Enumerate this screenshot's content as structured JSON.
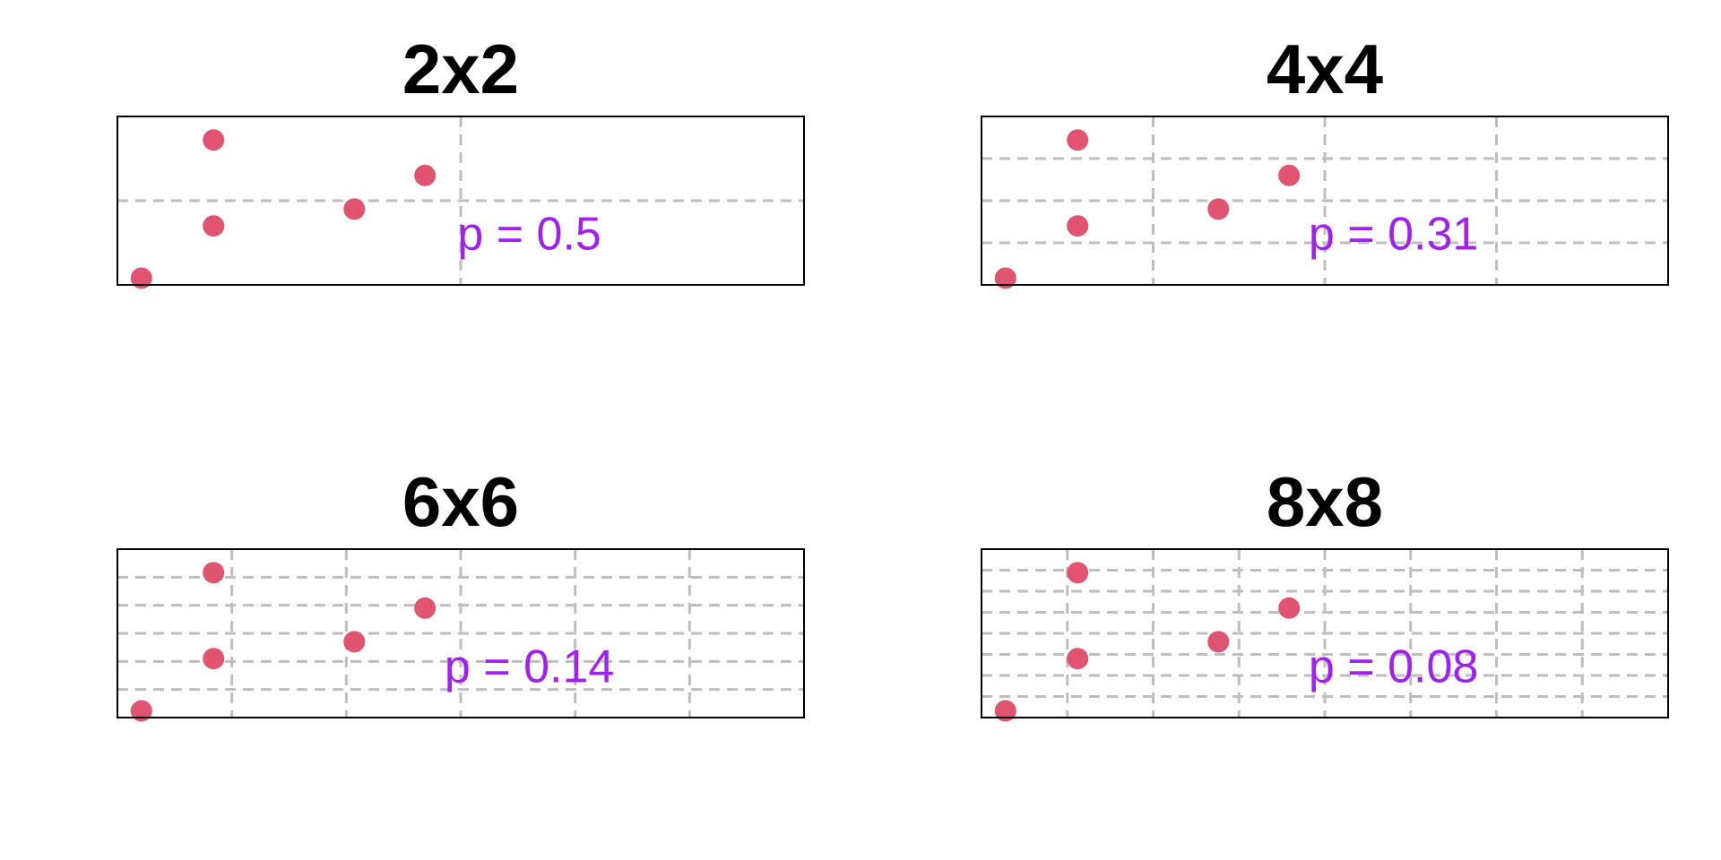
{
  "chart_data": [
    {
      "type": "scatter",
      "title": "2x2",
      "grid_divisions": 2,
      "annotation": "p = 0.5",
      "xlim": [
        0.0,
        1.0
      ],
      "ylim": [
        0.0,
        1.0
      ],
      "x": [
        0.035,
        0.14,
        0.14,
        0.345,
        0.448
      ],
      "y": [
        0.04,
        0.86,
        0.35,
        0.45,
        0.65
      ],
      "grid": true,
      "axes_visible": false,
      "point_color": "#e05470",
      "annotation_color": "#a020f0",
      "grid_color": "#bebebe"
    },
    {
      "type": "scatter",
      "title": "4x4",
      "grid_divisions": 4,
      "annotation": "p = 0.31",
      "xlim": [
        0.0,
        1.0
      ],
      "ylim": [
        0.0,
        1.0
      ],
      "x": [
        0.035,
        0.14,
        0.14,
        0.345,
        0.448
      ],
      "y": [
        0.04,
        0.86,
        0.35,
        0.45,
        0.65
      ],
      "grid": true,
      "axes_visible": false,
      "point_color": "#e05470",
      "annotation_color": "#a020f0",
      "grid_color": "#bebebe"
    },
    {
      "type": "scatter",
      "title": "6x6",
      "grid_divisions": 6,
      "annotation": "p = 0.14",
      "xlim": [
        0.0,
        1.0
      ],
      "ylim": [
        0.0,
        1.0
      ],
      "x": [
        0.035,
        0.14,
        0.14,
        0.345,
        0.448
      ],
      "y": [
        0.04,
        0.86,
        0.35,
        0.45,
        0.65
      ],
      "grid": true,
      "axes_visible": false,
      "point_color": "#e05470",
      "annotation_color": "#a020f0",
      "grid_color": "#bebebe"
    },
    {
      "type": "scatter",
      "title": "8x8",
      "grid_divisions": 8,
      "annotation": "p = 0.08",
      "xlim": [
        0.0,
        1.0
      ],
      "ylim": [
        0.0,
        1.0
      ],
      "x": [
        0.035,
        0.14,
        0.14,
        0.345,
        0.448
      ],
      "y": [
        0.04,
        0.86,
        0.35,
        0.45,
        0.65
      ],
      "grid": true,
      "axes_visible": false,
      "point_color": "#e05470",
      "annotation_color": "#a020f0",
      "grid_color": "#bebebe"
    }
  ]
}
